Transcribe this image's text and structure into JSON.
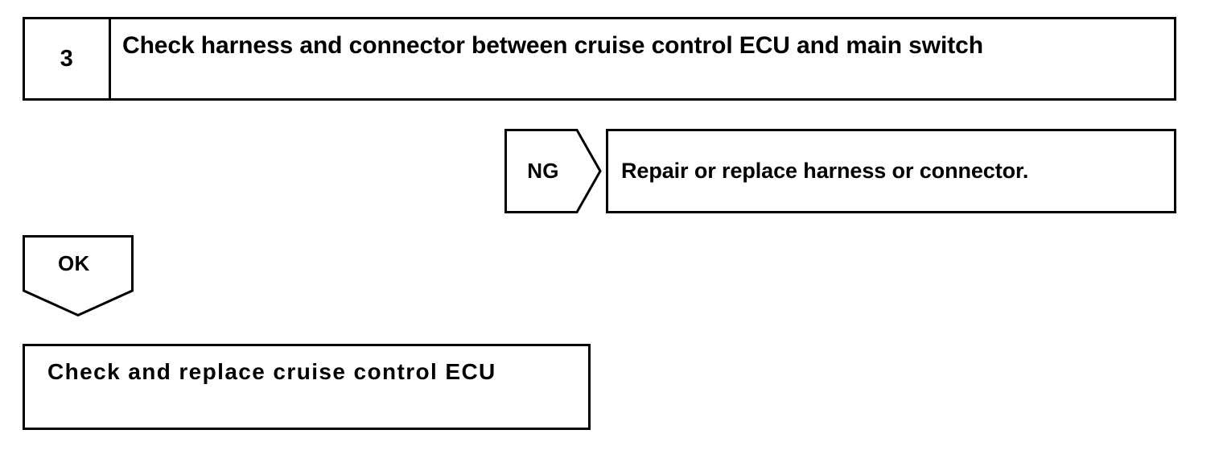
{
  "diagram": {
    "type": "troubleshooting-flowchart",
    "colors": {
      "line": "#000000",
      "background": "#ffffff",
      "text": "#000000"
    },
    "step": {
      "number": "3",
      "description": "Check harness and connector between cruise control ECU and main switch"
    },
    "branches": {
      "ng": {
        "label": "NG",
        "result": "Repair or replace harness or connector."
      },
      "ok": {
        "label": "OK",
        "result": "Check and replace cruise control ECU"
      }
    }
  }
}
